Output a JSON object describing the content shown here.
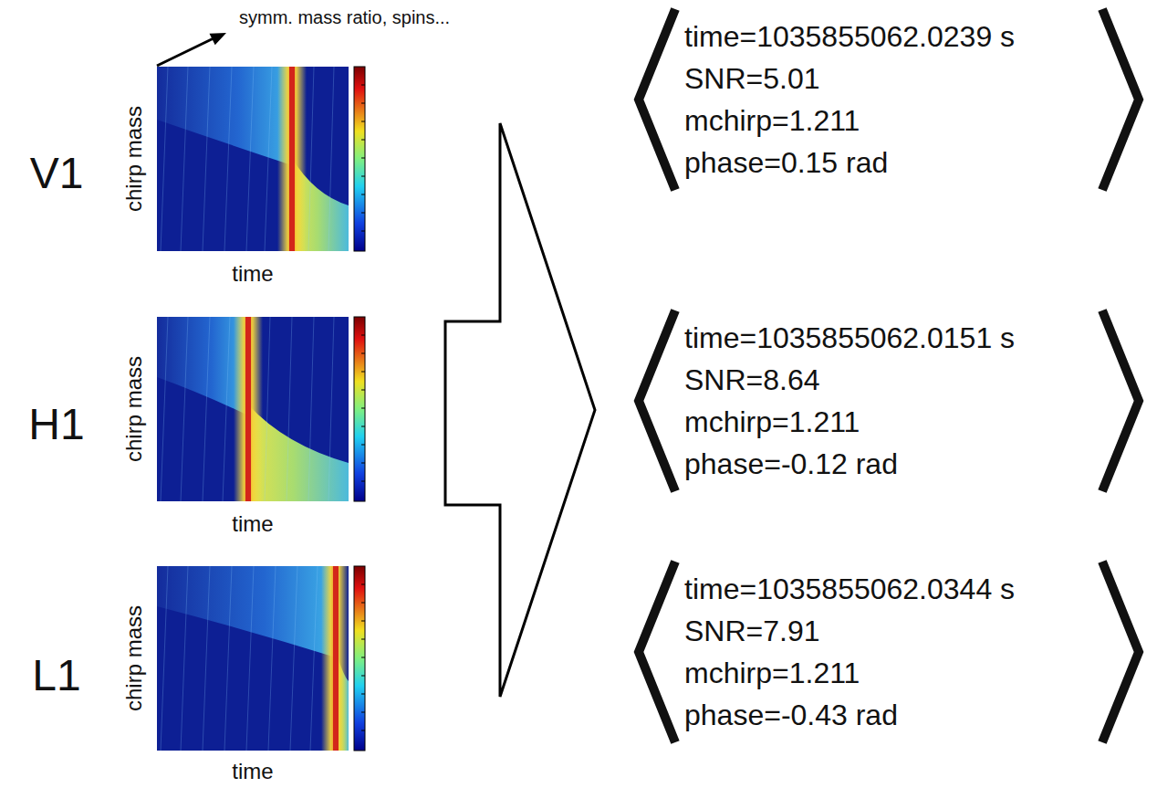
{
  "diagram": {
    "nodes": [
      {
        "text": [
          "time=1035855062.0239 s",
          "SNR=5.01",
          "mchirp=1.211",
          "phase=0.15 rad"
        ]
      },
      {
        "text": [
          "time=1035855062.0151 s",
          "SNR=8.64",
          "mchirp=1.211",
          "phase=-0.12 rad"
        ]
      },
      {
        "text": [
          "time=1035855062.0344 s",
          "SNR=7.91",
          "mchirp=1.211",
          "phase=-0.43 rad"
        ]
      }
    ],
    "labels": [
      "symm. mass ratio, spins...",
      "V1",
      "chirp mass",
      "time",
      "H1",
      "chirp mass",
      "time",
      "L1",
      "chirp mass",
      "time"
    ]
  }
}
